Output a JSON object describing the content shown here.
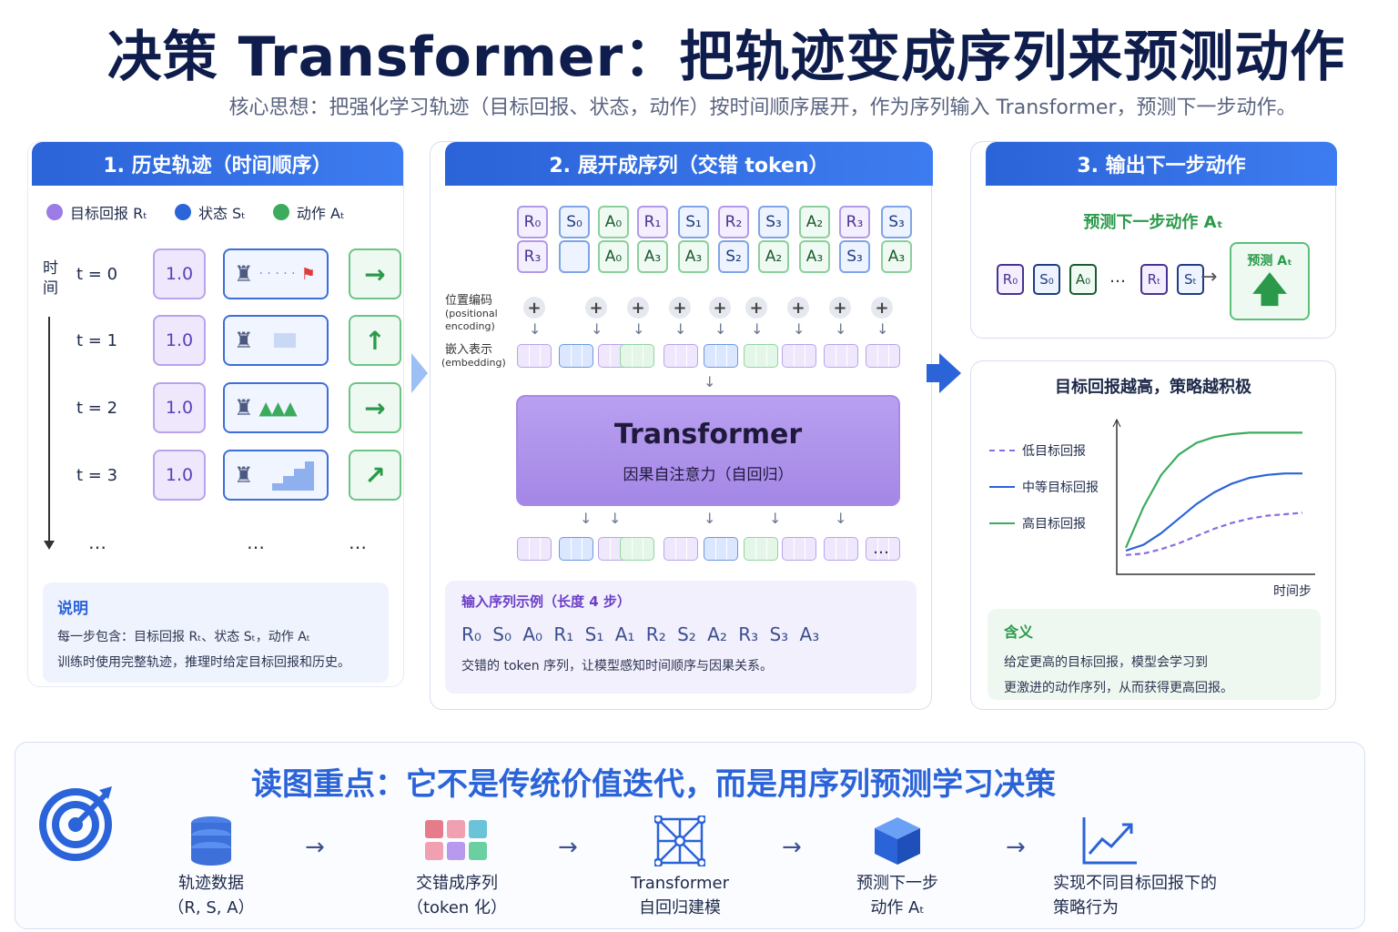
{
  "title": "决策 Transformer：把轨迹变成序列来预测动作",
  "subtitle": "核心思想：把强化学习轨迹（目标回报、状态，动作）按时间顺序展开，作为序列输入 Transformer，预测下一步动作。",
  "colors": {
    "accent": "#2b63d8",
    "return": "#9b7be6",
    "state": "#2b63d8",
    "action": "#3cab5c"
  },
  "panel1": {
    "header": "1. 历史轨迹（时间顺序）",
    "legend": {
      "return": "目标回报 Rₜ",
      "state": "状态 Sₜ",
      "action": "动作 Aₜ"
    },
    "time_axis": "时间",
    "rows": [
      {
        "t": "t = 0",
        "r": "1.0",
        "action_icon": "arrow-right-icon",
        "action": "→"
      },
      {
        "t": "t = 1",
        "r": "1.0",
        "action_icon": "arrow-up-icon",
        "action": "↑"
      },
      {
        "t": "t = 2",
        "r": "1.0",
        "action_icon": "arrow-right-icon",
        "action": "→"
      },
      {
        "t": "t = 3",
        "r": "1.0",
        "action_icon": "arrow-up-right-icon",
        "action": "↗"
      }
    ],
    "ellipsis": "…",
    "note_title": "说明",
    "note_line1": "每一步包含：目标回报 Rₜ、状态 Sₜ，动作 Aₜ",
    "note_line2": "训练时使用完整轨迹，推理时给定目标回报和历史。"
  },
  "panel2": {
    "header": "2. 展开成序列（交错 token）",
    "tokens_row1": [
      "R₀",
      "S₀",
      "A₀",
      "R₁",
      "S₁",
      "R₂",
      "S₃",
      "A₂",
      "R₃",
      "S₃"
    ],
    "tokens_row2": [
      "R₃",
      "",
      "A₀",
      "A₃",
      "A₃",
      "S₂",
      "A₂",
      "A₃",
      "S₃",
      "A₃"
    ],
    "pos_label": "位置编码",
    "pos_label_en": "(positional encoding)",
    "emb_label": "嵌入表示",
    "emb_label_en": "(embedding)",
    "plus": "+",
    "transformer": "Transformer",
    "transformer_sub": "因果自注意力（自回归）",
    "ellipsis": "…",
    "example_title": "输入序列示例（长度 4 步）",
    "example_seq": "R₀ S₀ A₀ R₁ S₁ A₁ R₂ S₂ A₂ R₃ S₃ A₃",
    "example_desc": "交错的 token 序列，让模型感知时间顺序与因果关系。"
  },
  "panel3": {
    "header": "3. 输出下一步动作",
    "predict_title": "预测下一步动作 Aₜ",
    "input_tokens": [
      "R₀",
      "S₀",
      "A₀",
      "…",
      "Rₜ",
      "Sₜ"
    ],
    "predict_box": "预测 Aₜ",
    "chart_title": "目标回报越高，策略越积极",
    "xlabel": "时间步",
    "meaning_title": "含义",
    "meaning_line1": "给定更高的目标回报，模型会学习到",
    "meaning_line2": "更激进的动作序列，从而获得更高回报。",
    "chart_data": {
      "type": "line",
      "title": "目标回报越高，策略越积极",
      "xlabel": "时间步",
      "ylabel": "",
      "grid": false,
      "legend_position": "left",
      "x": [
        0,
        1,
        2,
        3,
        4,
        5,
        6,
        7,
        8,
        9,
        10
      ],
      "series": [
        {
          "name": "低目标回报",
          "color": "#8a6be0",
          "dash": true,
          "values": [
            0.07,
            0.08,
            0.11,
            0.15,
            0.2,
            0.25,
            0.29,
            0.32,
            0.34,
            0.35,
            0.36
          ]
        },
        {
          "name": "中等目标回报",
          "color": "#2b63d8",
          "dash": false,
          "values": [
            0.1,
            0.14,
            0.22,
            0.32,
            0.42,
            0.5,
            0.56,
            0.6,
            0.62,
            0.63,
            0.63
          ]
        },
        {
          "name": "高目标回报",
          "color": "#3cab5c",
          "dash": false,
          "values": [
            0.12,
            0.4,
            0.62,
            0.76,
            0.84,
            0.88,
            0.9,
            0.91,
            0.91,
            0.91,
            0.91
          ]
        }
      ]
    }
  },
  "bottom": {
    "title": "读图重点：它不是传统价值迭代，而是用序列预测学习决策",
    "arrow": "→",
    "steps": [
      {
        "icon": "database-icon",
        "l1": "轨迹数据",
        "l2": "（R, S, A）"
      },
      {
        "icon": "token-grid-icon",
        "l1": "交错成序列",
        "l2": "（token 化）"
      },
      {
        "icon": "network-icon",
        "l1": "Transformer",
        "l2": "自回归建模"
      },
      {
        "icon": "cube-icon",
        "l1": "预测下一步",
        "l2": "动作 Aₜ"
      },
      {
        "icon": "trend-chart-icon",
        "l1": "实现不同目标回报下的",
        "l2": "策略行为"
      }
    ]
  }
}
